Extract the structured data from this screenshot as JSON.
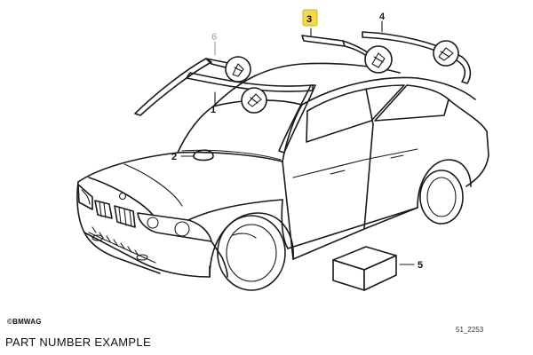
{
  "callouts": [
    {
      "number": "1",
      "highlighted": false,
      "muted": false
    },
    {
      "number": "2",
      "highlighted": false,
      "muted": false
    },
    {
      "number": "3",
      "highlighted": true,
      "muted": false
    },
    {
      "number": "4",
      "highlighted": false,
      "muted": false
    },
    {
      "number": "5",
      "highlighted": false,
      "muted": false
    },
    {
      "number": "6",
      "highlighted": false,
      "muted": true
    }
  ],
  "copyright": "©BMWAG",
  "caption": "PART NUMBER EXAMPLE",
  "diagram_id": "51_2253",
  "colors": {
    "highlight": "#f5d74a",
    "line": "#1a1a1a",
    "muted": "#9a9a9a"
  }
}
